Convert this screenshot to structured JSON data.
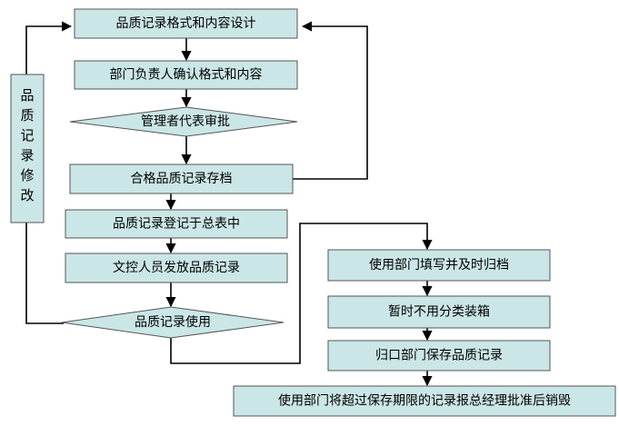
{
  "colors": {
    "box_fill": "#cbe6e6",
    "box_stroke": "#555555",
    "line": "#000000"
  },
  "nodes": {
    "design": "品质记录格式和内容设计",
    "confirm": "部门负责人确认格式和内容",
    "approve": "管理者代表审批",
    "archive": "合格品质记录存档",
    "register": "品质记录登记于总表中",
    "distribute": "文控人员发放品质记录",
    "use": "品质记录使用",
    "fill": "使用部门填写并及时归档",
    "boxing": "暂时不用分类装箱",
    "keep": "归口部门保存品质记录",
    "destroy": "使用部门将超过保存期限的记录报总经理批准后销毁"
  },
  "modify_label": [
    "品",
    "质",
    "记",
    "录",
    "修",
    "改"
  ]
}
